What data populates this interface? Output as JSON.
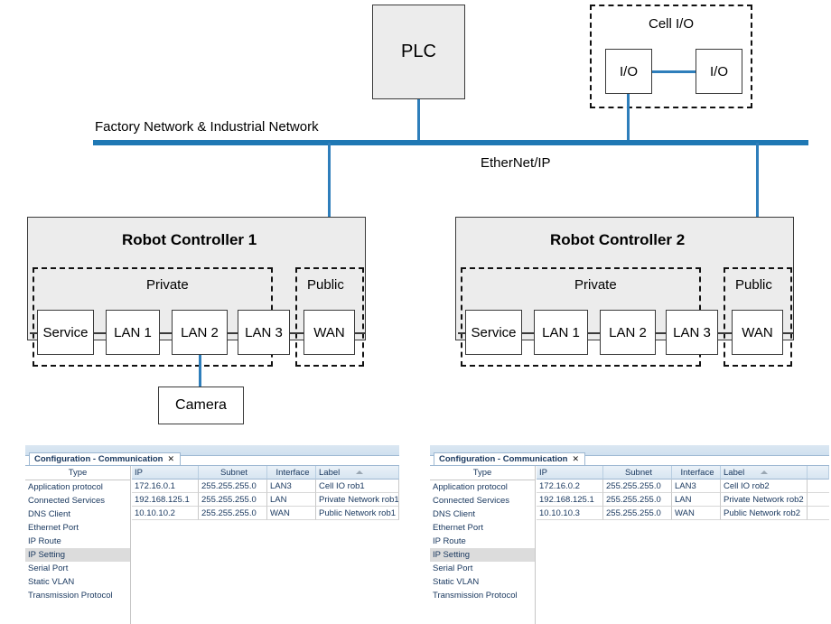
{
  "diagram": {
    "plc": {
      "label": "PLC"
    },
    "cell_io": {
      "title": "Cell I/O",
      "nodes": [
        {
          "label": "I/O"
        },
        {
          "label": "I/O"
        }
      ]
    },
    "bus": {
      "title": "Factory Network & Industrial Network",
      "protocol": "EtherNet/IP",
      "color": "#1f78b4"
    },
    "controllers": [
      {
        "title": "Robot Controller 1",
        "zones": [
          {
            "label": "Private"
          },
          {
            "label": "Public"
          }
        ],
        "ports": [
          {
            "label": "Service"
          },
          {
            "label": "LAN 1"
          },
          {
            "label": "LAN 2"
          },
          {
            "label": "LAN 3"
          },
          {
            "label": "WAN"
          }
        ],
        "peripheral": {
          "label": "Camera"
        }
      },
      {
        "title": "Robot Controller 2",
        "zones": [
          {
            "label": "Private"
          },
          {
            "label": "Public"
          }
        ],
        "ports": [
          {
            "label": "Service"
          },
          {
            "label": "LAN 1"
          },
          {
            "label": "LAN 2"
          },
          {
            "label": "LAN 3"
          },
          {
            "label": "WAN"
          }
        ],
        "peripheral": null
      }
    ]
  },
  "panels": [
    {
      "tab": {
        "title": "Configuration - Communication",
        "close": "✕"
      },
      "sidebar": {
        "header": "Type",
        "items": [
          "Application protocol",
          "Connected Services",
          "DNS Client",
          "Ethernet Port",
          "IP Route",
          "IP Setting",
          "Serial Port",
          "Static VLAN",
          "Transmission Protocol"
        ],
        "selected": "IP Setting"
      },
      "table": {
        "columns": [
          "IP",
          "Subnet",
          "Interface",
          "Label"
        ],
        "sorted_column": "Label",
        "rows": [
          [
            "172.16.0.1",
            "255.255.255.0",
            "LAN3",
            "Cell IO rob1"
          ],
          [
            "192.168.125.1",
            "255.255.255.0",
            "LAN",
            "Private Network rob1"
          ],
          [
            "10.10.10.2",
            "255.255.255.0",
            "WAN",
            "Public Network rob1"
          ]
        ]
      }
    },
    {
      "tab": {
        "title": "Configuration - Communication",
        "close": "✕"
      },
      "sidebar": {
        "header": "Type",
        "items": [
          "Application protocol",
          "Connected Services",
          "DNS Client",
          "Ethernet Port",
          "IP Route",
          "IP Setting",
          "Serial Port",
          "Static VLAN",
          "Transmission Protocol"
        ],
        "selected": "IP Setting"
      },
      "table": {
        "columns": [
          "IP",
          "Subnet",
          "Interface",
          "Label"
        ],
        "sorted_column": "Label",
        "rows": [
          [
            "172.16.0.2",
            "255.255.255.0",
            "LAN3",
            "Cell IO rob2"
          ],
          [
            "192.168.125.1",
            "255.255.255.0",
            "LAN",
            "Private Network rob2"
          ],
          [
            "10.10.10.3",
            "255.255.255.0",
            "WAN",
            "Public Network rob2"
          ]
        ]
      }
    }
  ]
}
